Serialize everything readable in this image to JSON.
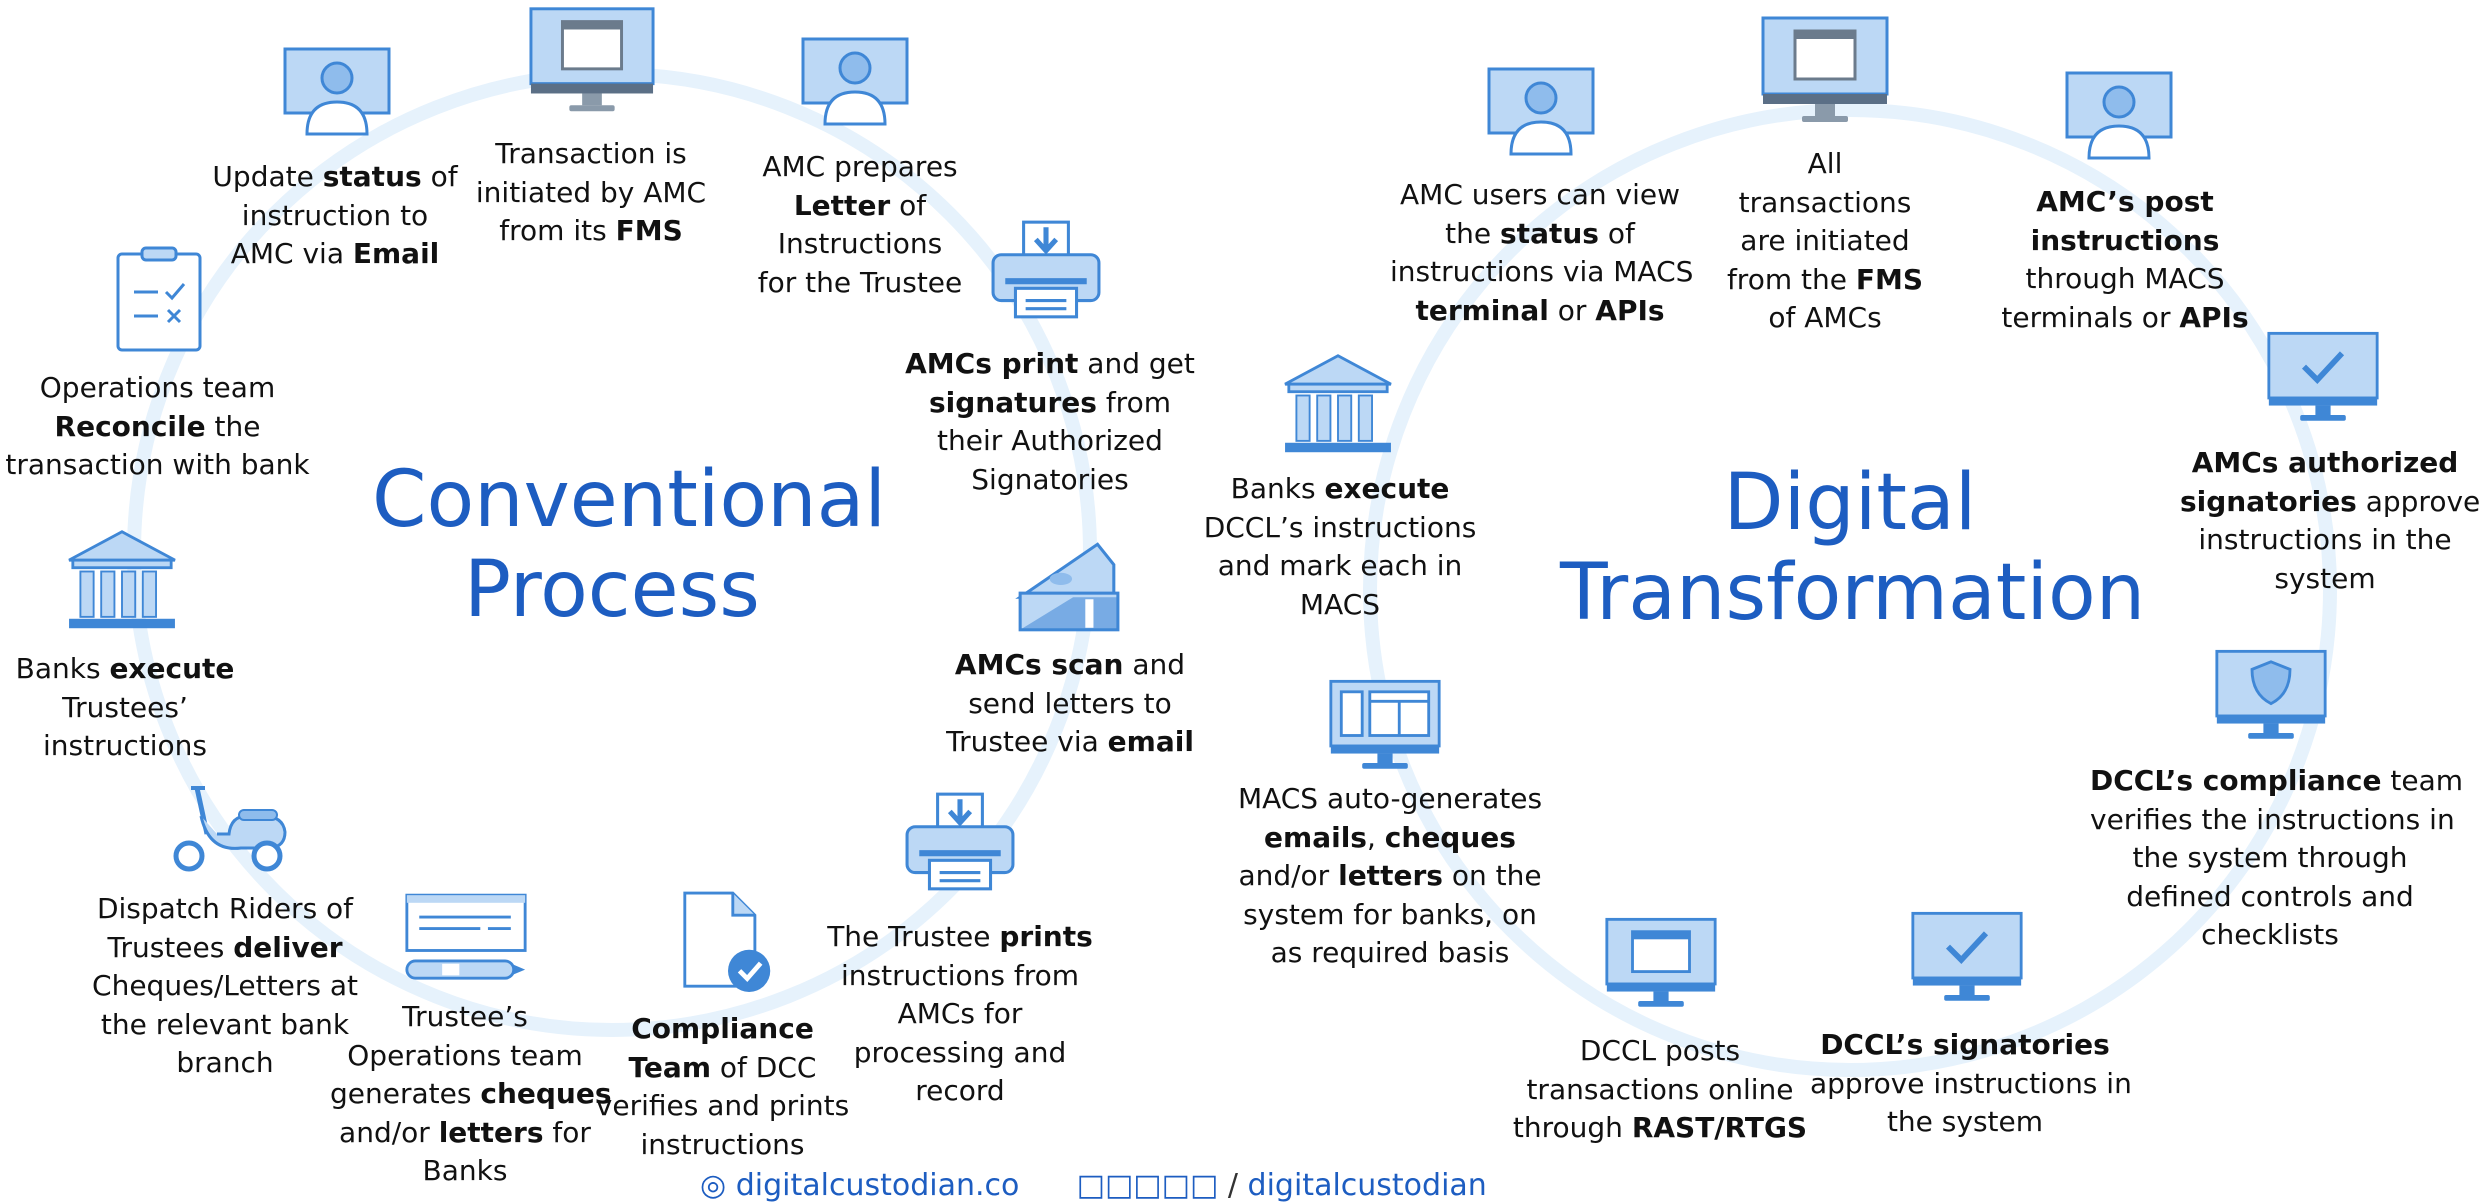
{
  "titles": {
    "left_line1": "Conventional",
    "left_line2": "Process",
    "right_line1": "Digital",
    "right_line2": "Transformation"
  },
  "conventional_steps": [
    {
      "parts": [
        {
          "t": "Transaction is"
        },
        {
          "br": 1
        },
        {
          "t": "initiated by AMC"
        },
        {
          "br": 1
        },
        {
          "t": "from its "
        },
        {
          "b": "FMS"
        }
      ]
    },
    {
      "parts": [
        {
          "t": "AMC prepares"
        },
        {
          "br": 1
        },
        {
          "b": "Letter"
        },
        {
          "t": " of"
        },
        {
          "br": 1
        },
        {
          "t": "Instructions"
        },
        {
          "br": 1
        },
        {
          "t": "for the Trustee"
        }
      ]
    },
    {
      "parts": [
        {
          "b": "AMCs print"
        },
        {
          "t": " and get"
        },
        {
          "br": 1
        },
        {
          "b": "signatures"
        },
        {
          "t": " from"
        },
        {
          "br": 1
        },
        {
          "t": "their Authorized"
        },
        {
          "br": 1
        },
        {
          "t": "Signatories"
        }
      ]
    },
    {
      "parts": [
        {
          "b": "AMCs scan"
        },
        {
          "t": " and"
        },
        {
          "br": 1
        },
        {
          "t": "send letters to"
        },
        {
          "br": 1
        },
        {
          "t": "Trustee via "
        },
        {
          "b": "email"
        }
      ]
    },
    {
      "parts": [
        {
          "t": "The Trustee "
        },
        {
          "b": "prints"
        },
        {
          "br": 1
        },
        {
          "t": "instructions from"
        },
        {
          "br": 1
        },
        {
          "t": "AMCs for"
        },
        {
          "br": 1
        },
        {
          "t": "processing and"
        },
        {
          "br": 1
        },
        {
          "t": "record"
        }
      ]
    },
    {
      "parts": [
        {
          "b": "Compliance"
        },
        {
          "br": 1
        },
        {
          "b": "Team"
        },
        {
          "t": " of DCC"
        },
        {
          "br": 1
        },
        {
          "t": "verifies and prints"
        },
        {
          "br": 1
        },
        {
          "t": "instructions"
        }
      ]
    },
    {
      "parts": [
        {
          "t": "Trustee’s"
        },
        {
          "br": 1
        },
        {
          "t": "Operations team"
        },
        {
          "br": 1
        },
        {
          "t": "generates "
        },
        {
          "b": "cheques"
        },
        {
          "br": 1
        },
        {
          "t": "and/or "
        },
        {
          "b": "letters"
        },
        {
          "t": " for"
        },
        {
          "br": 1
        },
        {
          "t": "Banks"
        }
      ]
    },
    {
      "parts": [
        {
          "t": "Dispatch Riders of"
        },
        {
          "br": 1
        },
        {
          "t": "Trustees "
        },
        {
          "b": "deliver"
        },
        {
          "br": 1
        },
        {
          "t": "Cheques/Letters at"
        },
        {
          "br": 1
        },
        {
          "t": "the relevant bank"
        },
        {
          "br": 1
        },
        {
          "t": "branch"
        }
      ]
    },
    {
      "parts": [
        {
          "t": "Banks "
        },
        {
          "b": "execute"
        },
        {
          "br": 1
        },
        {
          "t": "Trustees’"
        },
        {
          "br": 1
        },
        {
          "t": "instructions"
        }
      ]
    },
    {
      "parts": [
        {
          "t": "Operations team"
        },
        {
          "br": 1
        },
        {
          "b": "Reconcile"
        },
        {
          "t": " the"
        },
        {
          "br": 1
        },
        {
          "t": "transaction with bank"
        }
      ]
    },
    {
      "parts": [
        {
          "t": "Update "
        },
        {
          "b": "status"
        },
        {
          "t": " of"
        },
        {
          "br": 1
        },
        {
          "t": "instruction to"
        },
        {
          "br": 1
        },
        {
          "t": "AMC via "
        },
        {
          "b": "Email"
        }
      ]
    }
  ],
  "digital_steps": [
    {
      "parts": [
        {
          "t": "All"
        },
        {
          "br": 1
        },
        {
          "t": "transactions"
        },
        {
          "br": 1
        },
        {
          "t": "are initiated"
        },
        {
          "br": 1
        },
        {
          "t": "from the "
        },
        {
          "b": "FMS"
        },
        {
          "br": 1
        },
        {
          "t": "of AMCs"
        }
      ]
    },
    {
      "parts": [
        {
          "b": "AMC’s post"
        },
        {
          "br": 1
        },
        {
          "b": "instructions"
        },
        {
          "br": 1
        },
        {
          "t": "through MACS"
        },
        {
          "br": 1
        },
        {
          "t": "terminals or "
        },
        {
          "b": "APIs"
        }
      ]
    },
    {
      "parts": [
        {
          "b": "AMCs authorized"
        },
        {
          "br": 1
        },
        {
          "b": "signatories"
        },
        {
          "t": " approve"
        },
        {
          "br": 1
        },
        {
          "t": "instructions in the"
        },
        {
          "br": 1
        },
        {
          "t": "system"
        }
      ]
    },
    {
      "parts": [
        {
          "b": "DCCL’s compliance"
        },
        {
          "t": " team"
        },
        {
          "br": 1
        },
        {
          "t": "verifies the instructions in"
        },
        {
          "br": 1
        },
        {
          "t": "the system through"
        },
        {
          "br": 1
        },
        {
          "t": "defined controls and"
        },
        {
          "br": 1
        },
        {
          "t": "checklists"
        }
      ]
    },
    {
      "parts": [
        {
          "b": "DCCL’s signatories"
        },
        {
          "br": 1
        },
        {
          "t": "approve instructions in"
        },
        {
          "br": 1
        },
        {
          "t": "the system"
        }
      ]
    },
    {
      "parts": [
        {
          "t": "DCCL posts"
        },
        {
          "br": 1
        },
        {
          "t": "transactions online"
        },
        {
          "br": 1
        },
        {
          "t": "through "
        },
        {
          "b": "RAST/RTGS"
        }
      ]
    },
    {
      "parts": [
        {
          "t": "MACS auto-generates"
        },
        {
          "br": 1
        },
        {
          "b": "emails"
        },
        {
          "t": ", "
        },
        {
          "b": "cheques"
        },
        {
          "br": 1
        },
        {
          "t": "and/or "
        },
        {
          "b": "letters"
        },
        {
          "t": " on the"
        },
        {
          "br": 1
        },
        {
          "t": "system for banks, on"
        },
        {
          "br": 1
        },
        {
          "t": "as required basis"
        }
      ]
    },
    {
      "parts": [
        {
          "t": "Banks "
        },
        {
          "b": "execute"
        },
        {
          "br": 1
        },
        {
          "t": "DCCL’s instructions"
        },
        {
          "br": 1
        },
        {
          "t": "and mark each in"
        },
        {
          "br": 1
        },
        {
          "t": "MACS"
        }
      ]
    },
    {
      "parts": [
        {
          "t": "AMC users can view"
        },
        {
          "br": 1
        },
        {
          "t": "the "
        },
        {
          "b": "status"
        },
        {
          "t": " of"
        },
        {
          "br": 1
        },
        {
          "t": "instructions via MACS"
        },
        {
          "br": 1
        },
        {
          "b": "terminal"
        },
        {
          "t": " or "
        },
        {
          "b": "APIs"
        }
      ]
    }
  ],
  "footer": {
    "website": "digitalcustodian.co",
    "separator": "/",
    "handle": "digitalcustodian"
  },
  "icon_names": [
    "monitor",
    "user-monitor",
    "printer",
    "scanner",
    "document-check",
    "cheque",
    "scooter",
    "bank",
    "clipboard",
    "shield-monitor",
    "check-monitor",
    "multi-screen"
  ],
  "colors": {
    "accent": "#1d5dc1",
    "icon_fill": "#bcd8f5",
    "icon_stroke": "#3f87d6",
    "ring": "#e6f2fc"
  }
}
